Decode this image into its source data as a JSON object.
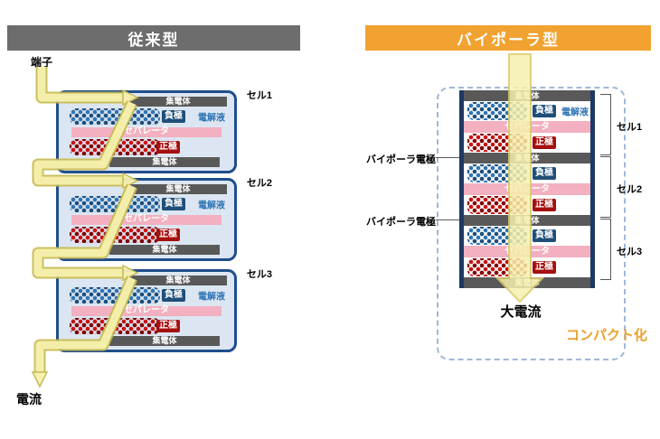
{
  "colors": {
    "header_gray": "#6d6d6d",
    "header_orange": "#f2a230",
    "cell_border_blue": "#1f4e8c",
    "cell_fill_blue": "#dce6f2",
    "collector_gray": "#595959",
    "separator_pink": "#f2b0c0",
    "anode_blue": "#2e75b6",
    "cathode_red": "#c00000",
    "current_arrow_yellow": "#f6f0ae",
    "compact_orange": "#ed9f2d"
  },
  "layers": {
    "collector": "集電体",
    "anode": "負極",
    "electrolyte": "電解液",
    "separator": "セパレータ",
    "cathode": "正極"
  },
  "left": {
    "title": "従来型",
    "terminal": "端子",
    "current": "電流",
    "cell_labels": [
      "セル1",
      "セル2",
      "セル3"
    ]
  },
  "right": {
    "title": "バイポーラ型",
    "bipolar_electrode": "バイポーラ電極",
    "cell_labels": [
      "セル1",
      "セル2",
      "セル3"
    ],
    "big_current": "大電流",
    "compact": "コンパクト化"
  }
}
